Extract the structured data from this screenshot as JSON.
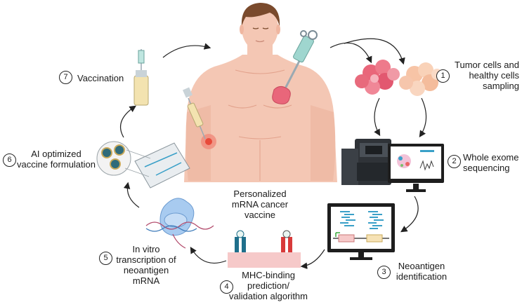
{
  "center_label": [
    "Personalized",
    "mRNA cancer",
    "vaccine"
  ],
  "steps": [
    {
      "num": "1",
      "lines": [
        "Tumor cells and",
        "healthy cells",
        "sampling"
      ]
    },
    {
      "num": "2",
      "lines": [
        "Whole exome",
        "sequencing"
      ]
    },
    {
      "num": "3",
      "lines": [
        "Neoantigen",
        "identification"
      ]
    },
    {
      "num": "4",
      "lines": [
        "MHC-binding",
        "prediction/",
        "validation algorithm"
      ]
    },
    {
      "num": "5",
      "lines": [
        "In vitro",
        "transcription of",
        "neoantigen mRNA"
      ]
    },
    {
      "num": "6",
      "lines": [
        "AI optimized",
        "vaccine formulation"
      ]
    },
    {
      "num": "7",
      "lines": [
        "Vaccination"
      ]
    }
  ],
  "colors": {
    "skin": "#f4c7b4",
    "skin_shade": "#e7ab95",
    "hair": "#7a4a2c",
    "tumor": "#e9667a",
    "healthy_cells": "#f7c4a6",
    "arrow": "#222222",
    "mhc_teal": "#1f6f8b",
    "mhc_red": "#d83a3a",
    "membrane": "#f6c9c9",
    "screen": "#1e1e1e",
    "dna_teal": "#3aa0c8"
  }
}
